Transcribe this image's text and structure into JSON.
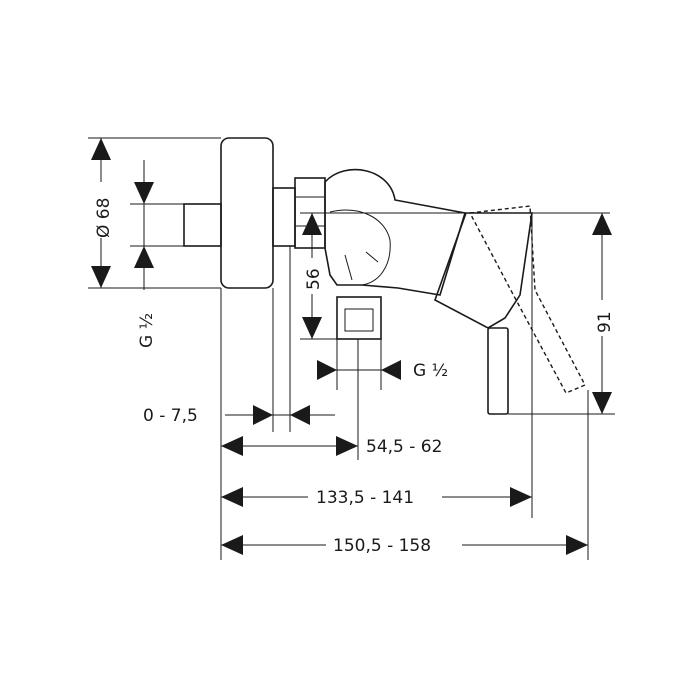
{
  "dimensions": {
    "diameter": "Ø 68",
    "thread_left": "G ½",
    "height_56": "56",
    "thread_bottom": "G ½",
    "height_91": "91",
    "offset": "0 - 7,5",
    "depth_inner": "54,5 - 62",
    "depth_lever": "133,5 - 141",
    "depth_total": "150,5 - 158"
  }
}
